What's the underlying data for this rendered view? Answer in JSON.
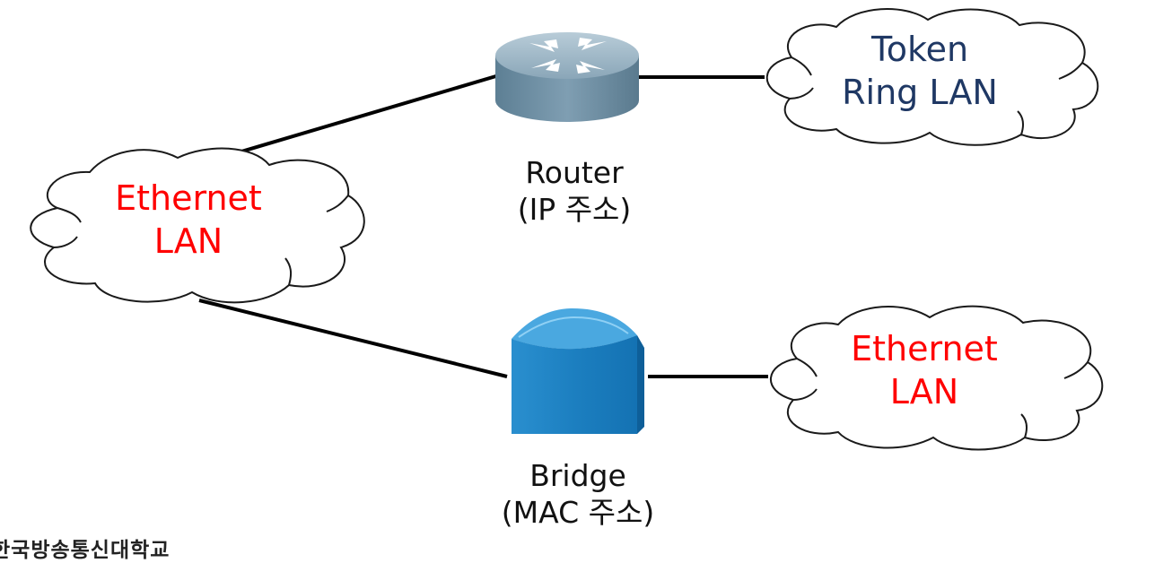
{
  "clouds": {
    "ethernet_left": {
      "line1": "Ethernet",
      "line2": "LAN"
    },
    "token_ring": {
      "line1": "Token",
      "line2": "Ring LAN"
    },
    "ethernet_right": {
      "line1": "Ethernet",
      "line2": "LAN"
    }
  },
  "devices": {
    "router": {
      "line1": "Router",
      "line2": "(IP 주소)",
      "icon": "router-icon"
    },
    "bridge": {
      "line1": "Bridge",
      "line2": "(MAC 주소)",
      "icon": "bridge-icon"
    }
  },
  "colors": {
    "ethernet_text": "#ff0000",
    "token_text": "#1f3864",
    "device_text": "#111111",
    "link": "#000000"
  },
  "logo": {
    "text": "한국방송통신대학교"
  }
}
